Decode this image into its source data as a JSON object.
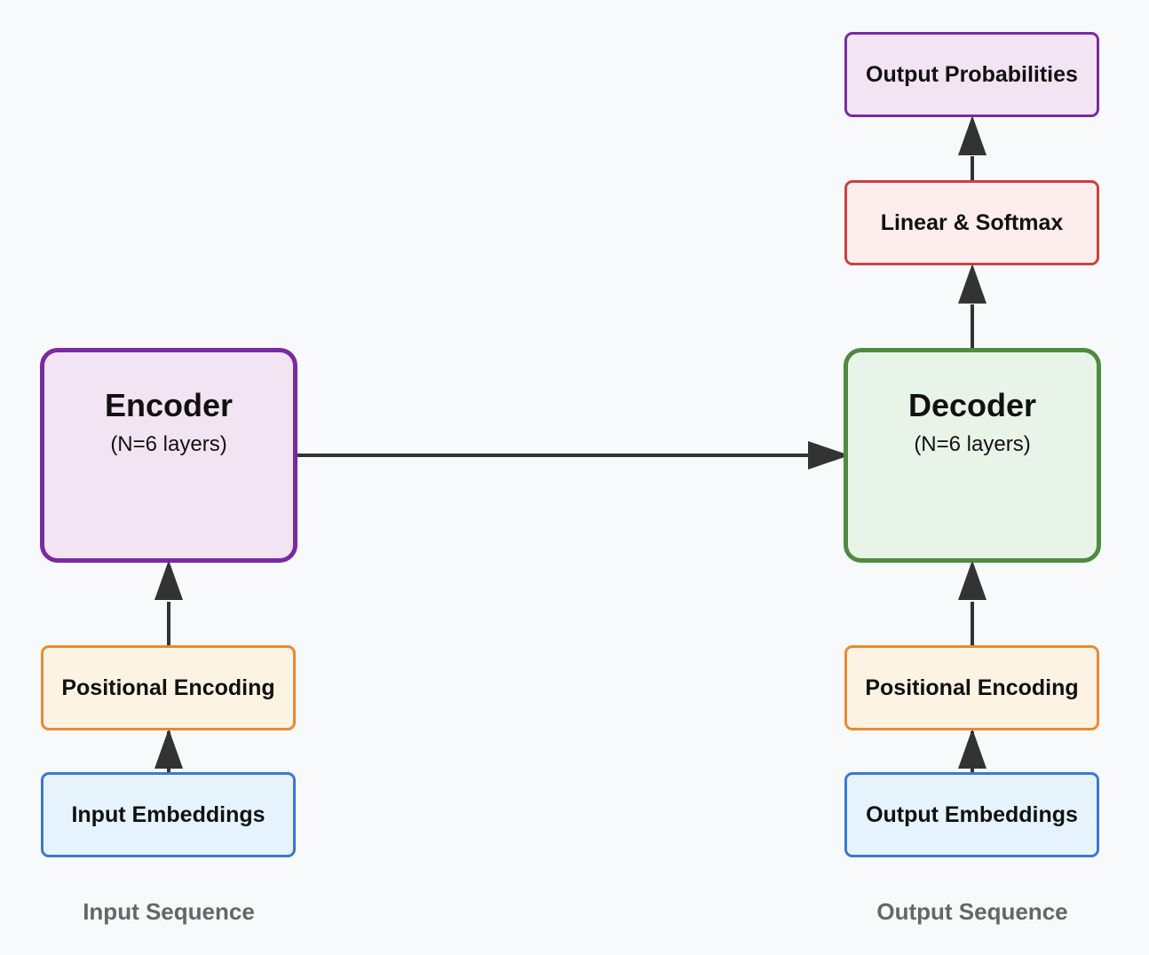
{
  "nodes": {
    "encoder": {
      "title": "Encoder",
      "subtitle": "(N=6 layers)"
    },
    "decoder": {
      "title": "Decoder",
      "subtitle": "(N=6 layers)"
    },
    "input_positional": {
      "label": "Positional Encoding"
    },
    "input_embeddings": {
      "label": "Input Embeddings"
    },
    "output_positional": {
      "label": "Positional Encoding"
    },
    "output_embeddings": {
      "label": "Output Embeddings"
    },
    "linear_softmax": {
      "label": "Linear & Softmax"
    },
    "output_probabilities": {
      "label": "Output Probabilities"
    }
  },
  "captions": {
    "input_sequence": "Input Sequence",
    "output_sequence": "Output Sequence"
  },
  "colors": {
    "edge": "#333333",
    "encoder_border": "#7a2aa0",
    "decoder_border": "#4f8a40",
    "positional_border": "#e88a34",
    "embedding_border": "#3b78d0",
    "linear_border": "#c84242"
  },
  "edges": [
    {
      "from": "input_embeddings",
      "to": "input_positional"
    },
    {
      "from": "input_positional",
      "to": "encoder"
    },
    {
      "from": "encoder",
      "to": "decoder"
    },
    {
      "from": "output_embeddings",
      "to": "output_positional"
    },
    {
      "from": "output_positional",
      "to": "decoder"
    },
    {
      "from": "decoder",
      "to": "linear_softmax"
    },
    {
      "from": "linear_softmax",
      "to": "output_probabilities"
    }
  ]
}
